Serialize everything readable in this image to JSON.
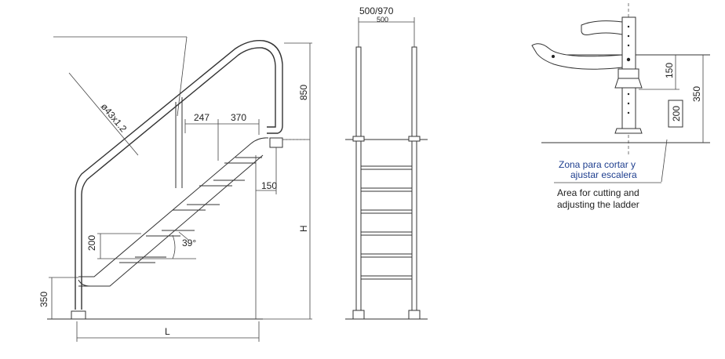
{
  "side_view": {
    "dim_diameter": "ø43x1.2",
    "dim_850": "850",
    "dim_247": "247",
    "dim_370": "370",
    "dim_150": "150",
    "dim_200": "200",
    "dim_angle": "39°",
    "dim_350": "350",
    "dim_H": "H",
    "dim_L": "L"
  },
  "front_view": {
    "dim_width": "500/970",
    "dim_width_hidden": "500"
  },
  "detail_view": {
    "dim_150": "150",
    "dim_350": "350",
    "dim_200": "200",
    "label_es": [
      "Zona para cortar y",
      "ajustar escalera"
    ],
    "label_en": [
      "Area for cutting and",
      "adjusting the ladder"
    ],
    "colors": {
      "label_es": "#1f3f8f",
      "label_en": "#222222"
    }
  }
}
